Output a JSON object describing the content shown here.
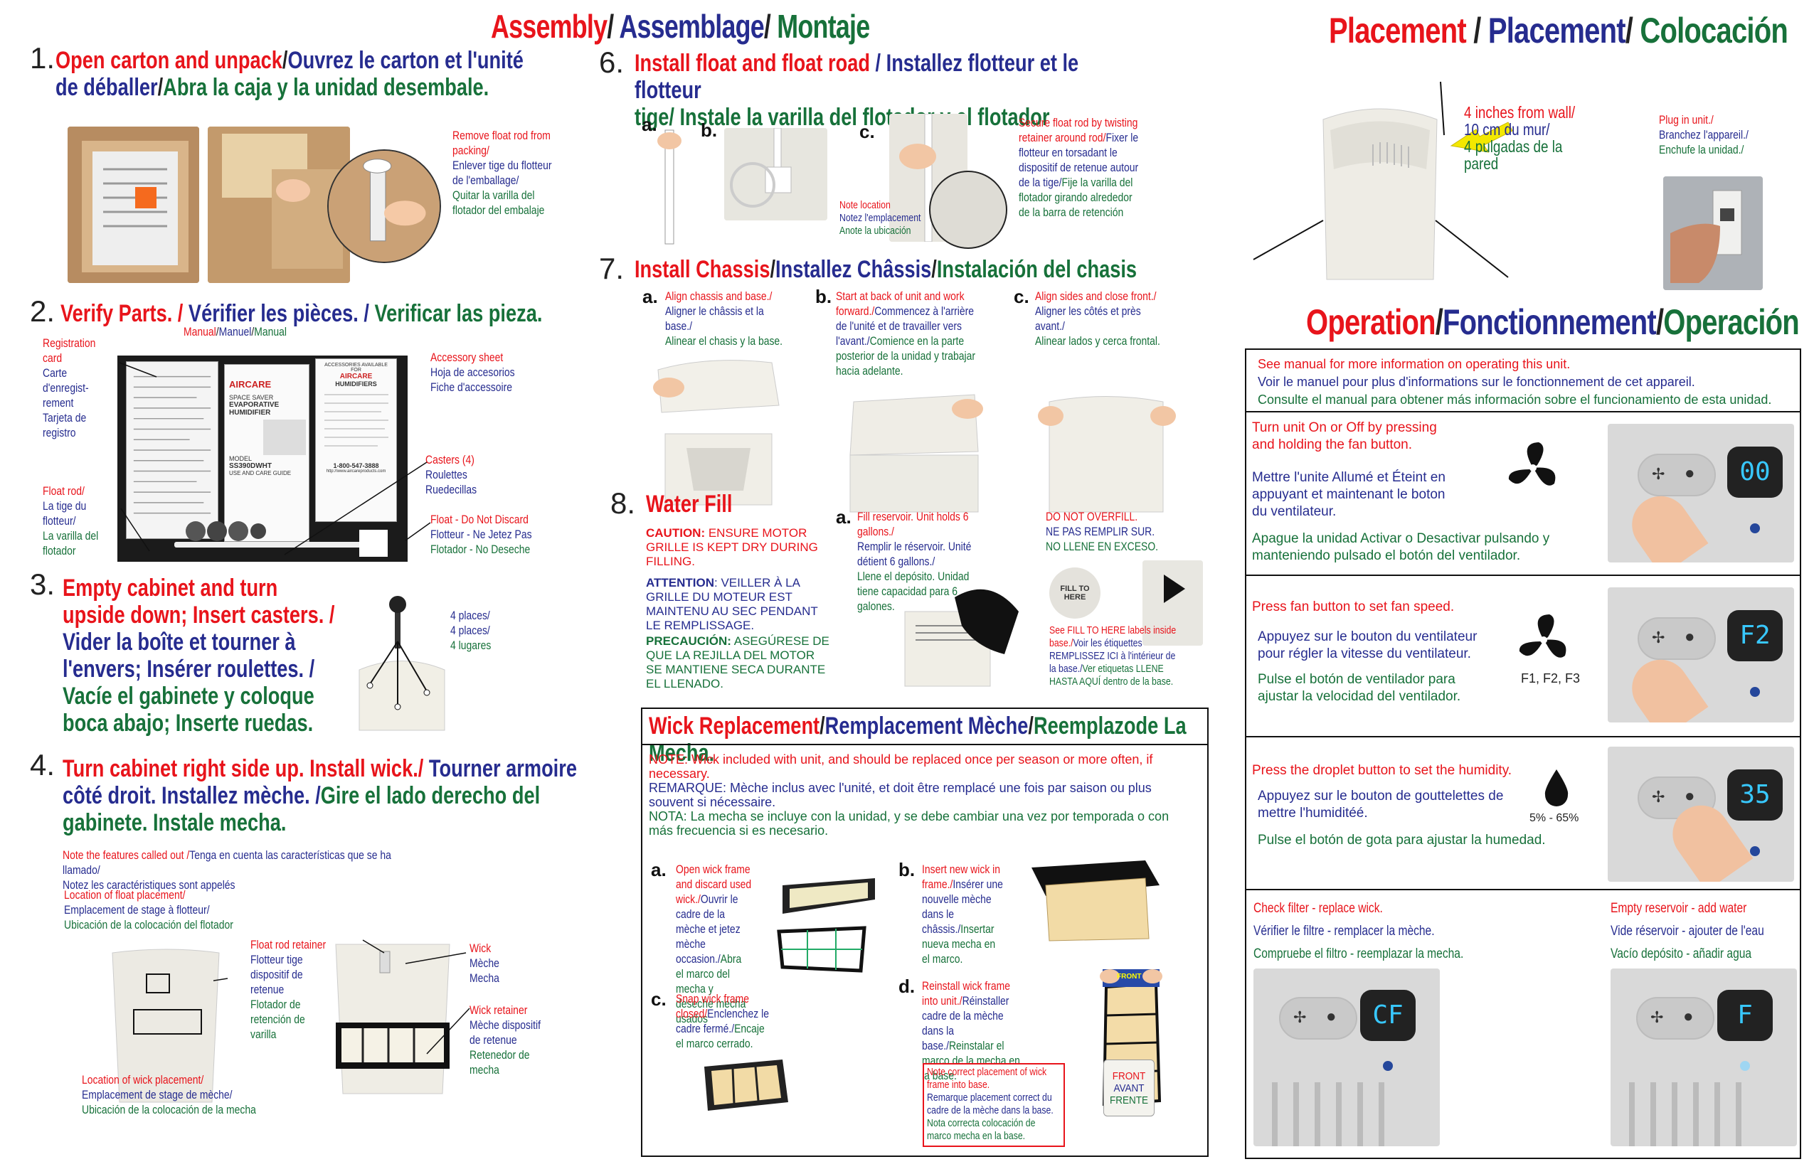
{
  "assembly_title": {
    "en": "Assembly",
    "fr": "Assemblage",
    "es": "Montaje",
    "sep": "/"
  },
  "placement_title": {
    "en": "Placement ",
    "fr": " Placement",
    "es": " Colocación",
    "sep": "/"
  },
  "operation_title": {
    "en": "Operation",
    "fr": "Fonctionnement",
    "es": "Operación",
    "sep": "/"
  },
  "s1": {
    "num": "1.",
    "en": "Open carton and unpack",
    "fr": "Ouvrez le carton et l'unité",
    "fr2": "de déballer",
    "es": "Abra la caja y la unidad desembale.",
    "n_en": "Remove float rod from packing/",
    "n_fr": "Enlever tige du flotteur de l'emballage/",
    "n_es": "Quitar la varilla del flotador del embalaje"
  },
  "s2": {
    "num": "2.",
    "en": "Verify Parts. /",
    "fr": " Vérifier les pièces. /",
    "es": " Verificar las pieza.",
    "manual": "Manual",
    "manuel": "Manuel",
    "manual_es": "Manual",
    "reg_en": "Registration card",
    "reg_fr": "Carte d'enregist-rement",
    "reg_es": "Tarjeta de registro",
    "float_en": "Float rod/",
    "float_fr": "La tige du flotteur/",
    "float_es": "La varilla del flotador",
    "acc_en": "Accessory sheet",
    "acc_es": "Hoja de accesorios",
    "acc_fr": "Fiche d'accessoire",
    "cas_en": "Casters (4)",
    "cas_fr": "Roulettes",
    "cas_es": "Ruedecillas",
    "fl_en": "Float - Do Not Discard",
    "fl_fr": "Flotteur - Ne Jetez Pas",
    "fl_es": "Flotador - No Deseche",
    "brand": "AIRCARE",
    "doc1": "SPACE SAVER",
    "doc2": "EVAPORATIVE HUMIDIFIER",
    "doc3": "MODEL",
    "doc4": "SS390DWHT",
    "doc5": "USE AND CARE GUIDE",
    "acc_head1": "ACCESSORIES AVAILABLE FOR",
    "acc_head2": "AIRCARE",
    "acc_head3": "HUMIDIFIERS",
    "phone": "1-800-547-3888",
    "web": "http://www.aircareproducts.com"
  },
  "s3": {
    "num": "3.",
    "l1": "Empty cabinet and turn",
    "l2": "upside down; Insert casters. /",
    "l3": "Vider la boîte et tourner à",
    "l4": "l'envers; Insérer roulettes. /",
    "l5": "Vacíe el gabinete y coloque",
    "l6": "boca abajo; Inserte ruedas.",
    "p_en": "4 places/",
    "p_fr": "4 places/",
    "p_es": "4 lugares"
  },
  "s4": {
    "num": "4.",
    "en": "Turn cabinet right side up. Install wick./",
    "fr": " Tourner armoire",
    "fr2": "côté droit. Installez mèche. /",
    "es": "Gire el lado derecho del",
    "es2": "gabinete. Instale mecha.",
    "note_en": "Note the features called out /",
    "note_es": "Tenga en cuenta las características que se ha llamado/",
    "note_fr": "Notez les caractéristiques sont appelés",
    "lf_en": "Location of float placement/",
    "lf_fr": "Emplacement de stage à flotteur/",
    "lf_es": "Ubicación de la colocación del flotador",
    "lw_en": "Location of wick placement/",
    "lw_fr": "Emplacement de stage de mèche/",
    "lw_es": "Ubicación de la colocación de la mecha",
    "fr_en": "Float rod retainer",
    "fr_fr": "Flotteur tige dispositif de retenue",
    "fr_es": "Flotador de retención de varilla",
    "wick_en": "Wick",
    "wick_fr": "Mèche",
    "wick_es": "Mecha",
    "wr_en": "Wick retainer",
    "wr_fr": "Mèche dispositif de retenue",
    "wr_es": "Retenedor de mecha"
  },
  "s6": {
    "num": "6.",
    "en": "Install float and float road",
    "fr": " / Installez flotteur et le flotteur",
    "es_pre": "tige",
    "es": "/ Instale la varilla del flotador y el flotador",
    "a": "a.",
    "b": "b.",
    "c": "c.",
    "sec_en": "Secure float rod by twisting retainer around rod/",
    "sec_fr": "Fixer le flotteur en torsadant le dispositif de retenue autour de la tige/",
    "sec_es": "Fije la varilla del flotador girando alrededor de la barra de retención",
    "nl_en": "Note location",
    "nl_fr": "Notez l'emplacement",
    "nl_es": "Anote la ubicación"
  },
  "s7": {
    "num": "7.",
    "en": "Install Chassis",
    "fr": "Installez Châssis",
    "es": "Instalación del chasis",
    "a": "a.",
    "a_en": "Align chassis and base./",
    "a_fr": "Aligner le châssis et la base./",
    "a_es": "Alinear el chasis y la base.",
    "b": "b.",
    "b_en": "Start at back of unit  and work forward./",
    "b_fr": "Commencez à l'arrière de l'unité et de travailler vers l'avant./",
    "b_es": "Comience en la parte posterior de la unidad y trabajar hacia adelante.",
    "c": "c.",
    "c_en": "Align sides and close front./",
    "c_fr": "Aligner les côtés et près avant./",
    "c_es": "Alinear lados y cerca frontal."
  },
  "s8": {
    "num": "8.",
    "title": "Water Fill",
    "caution": "CAUTION:",
    "caution_t": "ENSURE MOTOR GRILLE IS KEPT DRY DURING FILLING.",
    "attention": "ATTENTION",
    "attention_t": ": VEILLER À LA GRILLE DU MOTEUR EST MAINTENU AU SEC PENDANT LE REMPLISSAGE.",
    "prec": "PRECAUCIÓN:",
    "prec_t": " ASEGÚRESE DE QUE LA REJILLA DEL  MOTOR SE MANTIENE SECA DURANTE EL LLENADO.",
    "a": "a.",
    "a_en": "Fill reservoir. Unit holds 6 gallons./",
    "a_fr": "Remplir le réservoir. Unité détient 6 gallons./",
    "a_es": "Llene el depósito. Unidad tiene capacidad para 6 galones.",
    "over_en": "DO NOT OVERFILL.",
    "over_fr": "NE PAS REMPLIR SUR.",
    "over_es": "NO LLENE EN EXCESO.",
    "see_en": "See FILL TO HERE labels inside base./",
    "see_fr": "Voir les étiquettes REMPLISSEZ ICI à l'intérieur de la base./",
    "see_es": "Ver etiquetas LLENE HASTA AQUÍ dentro de la base.",
    "fill_label": "FILL TO HERE"
  },
  "wick": {
    "title_en": "Wick Replacement",
    "title_fr": "Remplacement Mèche",
    "title_es": "Reemplazode La Mecha.",
    "note": "NOTE",
    "note_t": ": Wick included with unit, and should be replaced once per season or more often, if necessary.",
    "rem": "REMARQUE",
    "rem_t": ": Mèche inclus avec l'unité, et doit être remplacé une fois par saison ou plus souvent si nécessaire.",
    "nota": "NOTA",
    "nota_t": ": La mecha se incluye con la unidad, y se debe cambiar una vez por temporada o con más frecuencia si es necesario.",
    "a": "a.",
    "a_en": "Open wick frame and discard used wick./",
    "a_fr": "Ouvrir le cadre de la mèche et jetez mèche occasion./",
    "a_es": "Abra el marco del mecha y deseche mecha usados",
    "b": "b.",
    "b_en": "Insert new wick in frame./",
    "b_fr": "Insérer une nouvelle mèche dans le châssis./",
    "b_es": "Insertar nueva mecha en el marco.",
    "c": "c.",
    "c_en": "Snap wick frame closed/",
    "c_fr": "Enclenchez le cadre fermé./",
    "c_es": "Encaje el marco cerrado.",
    "d": "d.",
    "d_en": "Reinstall wick frame into unit./",
    "d_fr": "Réinstaller cadre de la mèche dans la base./",
    "d_es": "Reinstalar el marco de la mecha en la base.",
    "nb_en": "Note correct placement of wick frame into base.",
    "nb_fr": "Remarque placement correct du cadre de la mèche dans la base.",
    "nb_es": "Nota correcta colocación de marco mecha en la base.",
    "front_en": "FRONT",
    "front_fr": "AVANT",
    "front_es": "FRENTE",
    "front_tag": "FRONT"
  },
  "place": {
    "wall_en": "4 inches from wall/",
    "wall_fr": "10 cm du mur/",
    "wall_es": "4 pulgadas de la pared",
    "plug_en": "Plug in unit./",
    "plug_fr": "Branchez l'appareil./",
    "plug_es": "Enchufe la unidad./"
  },
  "op": {
    "info_en": "See manual for more information on operating this unit.",
    "info_fr": "Voir le manuel pour plus d'informations sur le fonctionnement de cet appareil.",
    "info_es": "Consulte el manual para obtener más información sobre el funcionamiento de esta unidad.",
    "r1_en": "Turn unit On or Off by pressing and holding the fan button.",
    "r1_fr": "Mettre l'unite Allumé et Éteint en appuyant et maintenant le boton du ventilateur.",
    "r1_es": "Apague la unidad Activar o Desactivar pulsando y manteniendo pulsado el botón del ventilador.",
    "r1_disp": "00",
    "r2_en": "Press fan button to set fan speed.",
    "r2_fr": "Appuyez sur le bouton du ventilateur pour régler la vitesse du ventilateur.",
    "r2_es": "Pulse el botón de ventilador para ajustar la velocidad del ventilador.",
    "r2_speeds": "F1, F2, F3",
    "r2_disp": "F2",
    "r3_en": "Press the droplet button to set the humidity.",
    "r3_fr": "Appuyez sur le bouton de gouttelettes de mettre l'humiditéé.",
    "r3_es": "Pulse el botón de gota para ajustar la humedad.",
    "r3_range": "5% - 65%",
    "r3_disp": "35",
    "f_en": "Check filter - replace wick.",
    "f_fr": "Vérifier le filtre - remplacer la mèche.",
    "f_es": "Compruebe el filtro - reemplazar la mecha.",
    "f_disp": "CF",
    "e_en": "Empty reservoir  - add water",
    "e_fr": "Vide réservoir - ajouter de l'eau",
    "e_es": "Vacío depósito - añadir agua",
    "e_disp": "F"
  },
  "colors": {
    "red": "#e8141b",
    "blue": "#262c8f",
    "green": "#17713a",
    "display": "#38c8ff"
  }
}
